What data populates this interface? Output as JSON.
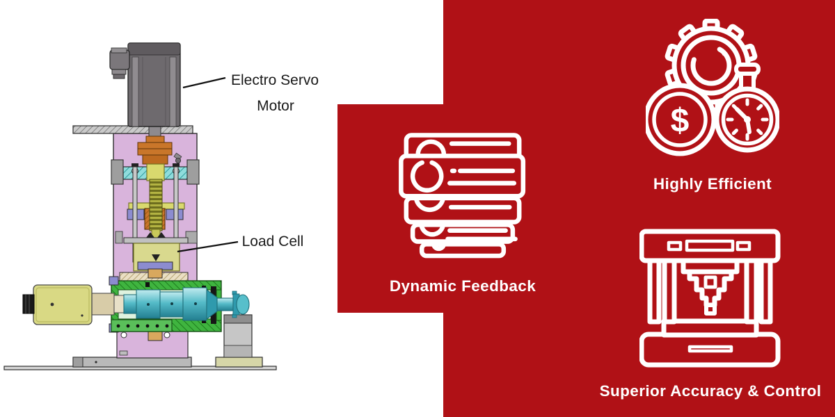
{
  "colors": {
    "brand_red": "#B01116",
    "diagram_text": "#1A1A1A",
    "feature_text": "#FFFFFF"
  },
  "diagram": {
    "labels": {
      "servo_motor_line1": "Electro Servo",
      "servo_motor_line2": "Motor",
      "load_cell": "Load Cell"
    }
  },
  "features": [
    {
      "label": "Dynamic Feedback",
      "icon": "server-stack-icon"
    },
    {
      "label": "Highly Efficient",
      "icon": "gear-dollar-stopwatch-icon",
      "dollar_glyph": "$"
    },
    {
      "label": "Superior Accuracy & Control",
      "icon": "press-machine-icon"
    }
  ]
}
